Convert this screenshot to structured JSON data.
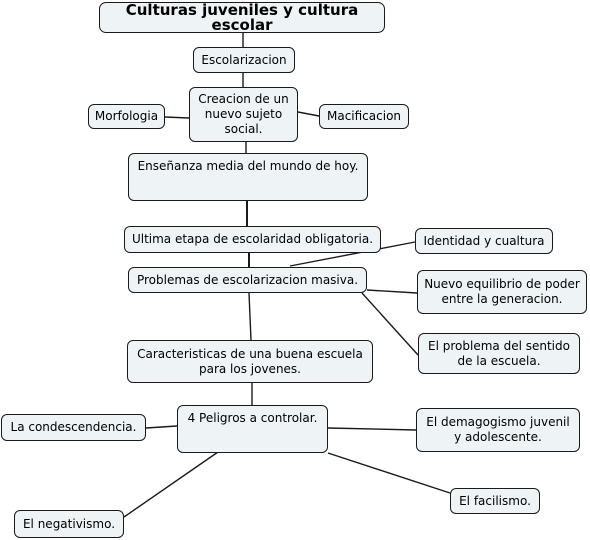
{
  "title": "Culturas juveniles y cultura escolar",
  "nodes": {
    "escolarizacion": "Escolarizacion",
    "creacion": "Creacion de un\nnuevo sujeto\nsocial.",
    "morfologia": "Morfologia",
    "macificacion": "Macificacion",
    "ensenanza": "Enseñanza media del mundo de hoy.",
    "ultima_etapa": "Ultima etapa de escolaridad obligatoria.",
    "identidad": "Identidad y cualtura",
    "problemas": "Problemas de escolarizacion masiva.",
    "nuevo_equilibrio": "Nuevo equilibrio de poder\nentre la generacion.",
    "problema_sentido": "El problema del sentido\nde la escuela.",
    "caracteristicas": "Caracteristicas de una buena escuela\npara los jovenes.",
    "peligros": "4 Peligros a controlar.",
    "condescendencia": "La condescendencia.",
    "demagogismo": "El demagogismo juvenil\ny adolescente.",
    "facilismo": "El facilismo.",
    "negativismo": "El negativismo."
  },
  "colors": {
    "node_fill": "#eef3f6",
    "node_border": "#1a1a1a",
    "connector": "#1a1a1a"
  }
}
